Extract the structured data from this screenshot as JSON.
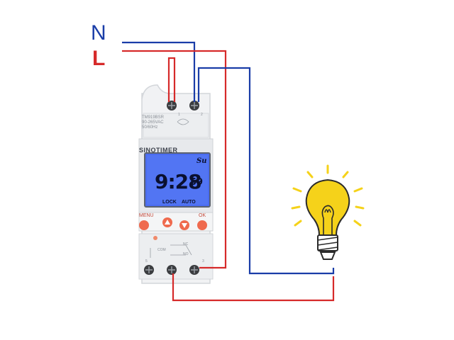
{
  "wires": {
    "neutral_label": "N",
    "live_label": "L",
    "neutral_color": "#1a3da8",
    "live_color": "#d62a2a"
  },
  "timer": {
    "brand": "SINOTIMER",
    "model_line1": "TM919BSR",
    "model_line2": "90-265VAC",
    "model_line3": "50/60Hz",
    "terminal_top_1": "1",
    "terminal_top_2": "2",
    "lcd_day": "Su",
    "lcd_time": "9:28",
    "lcd_seconds": "59",
    "lcd_lock": "LOCK",
    "lcd_auto": "AUTO",
    "lcd_color": "#4a6cf0",
    "button_menu": "MENU",
    "button_ok": "OK",
    "label_com": "COM",
    "label_nc": "NC",
    "label_no": "NO",
    "terminal_bottom_5": "5",
    "terminal_bottom_3": "3"
  },
  "bulb": {
    "icon": "light-bulb-icon",
    "glow_color": "#f5d21a"
  }
}
